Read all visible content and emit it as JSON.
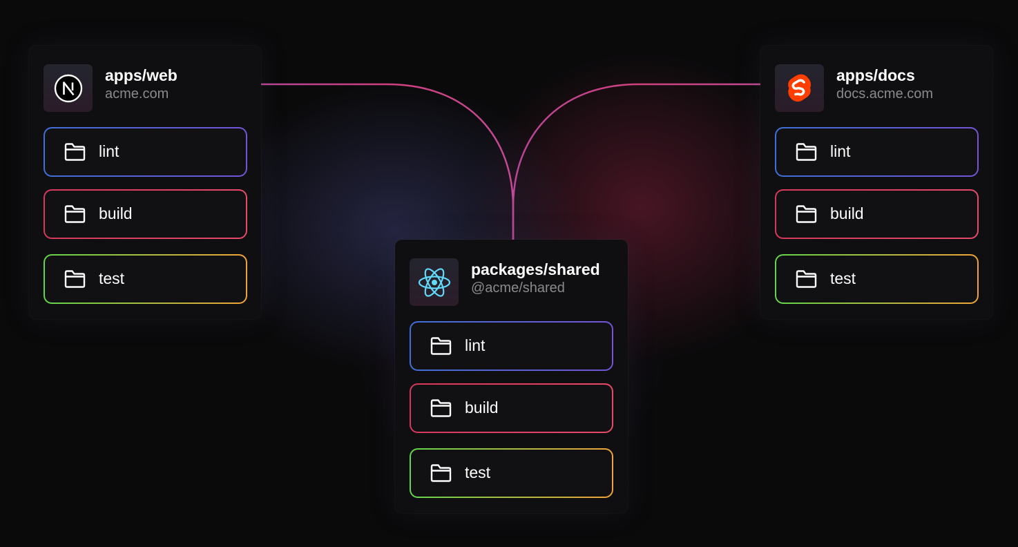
{
  "packages": [
    {
      "id": "web",
      "name": "apps/web",
      "subtitle": "acme.com",
      "logo_icon": "nextjs-icon",
      "tasks": [
        {
          "id": "lint",
          "label": "lint",
          "icon": "folder-icon"
        },
        {
          "id": "build",
          "label": "build",
          "icon": "folder-icon"
        },
        {
          "id": "test",
          "label": "test",
          "icon": "folder-icon"
        }
      ]
    },
    {
      "id": "docs",
      "name": "apps/docs",
      "subtitle": "docs.acme.com",
      "logo_icon": "svelte-icon",
      "tasks": [
        {
          "id": "lint",
          "label": "lint",
          "icon": "folder-icon"
        },
        {
          "id": "build",
          "label": "build",
          "icon": "folder-icon"
        },
        {
          "id": "test",
          "label": "test",
          "icon": "folder-icon"
        }
      ]
    },
    {
      "id": "shared",
      "name": "packages/shared",
      "subtitle": "@acme/shared",
      "logo_icon": "react-icon",
      "tasks": [
        {
          "id": "lint",
          "label": "lint",
          "icon": "folder-icon"
        },
        {
          "id": "build",
          "label": "build",
          "icon": "folder-icon"
        },
        {
          "id": "test",
          "label": "test",
          "icon": "folder-icon"
        }
      ]
    }
  ],
  "edges": [
    {
      "from": "apps/web",
      "to": "packages/shared"
    },
    {
      "from": "apps/docs",
      "to": "packages/shared"
    }
  ],
  "colors": {
    "background": "#0a0a0b",
    "card": "#0f0f11",
    "connector": "#c0458e",
    "lint_border": [
      "#3f6fd9",
      "#7355d6"
    ],
    "build_border": [
      "#d8385c",
      "#e84a6a"
    ],
    "test_border": [
      "#62d64a",
      "#f0a338"
    ],
    "svelte": "#ff3e00",
    "react": "#61dafb"
  }
}
